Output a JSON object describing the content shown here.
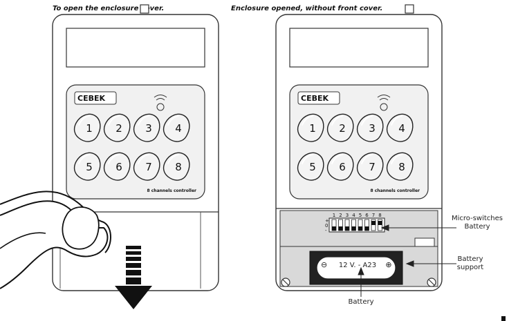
{
  "captions": {
    "left_title": "To open the enclosure cover.",
    "right_title": "Enclosure opened, without front cover."
  },
  "device": {
    "brand": "CEBEK",
    "controller_label": "8 channels controller",
    "buttons": [
      "1",
      "2",
      "3",
      "4",
      "5",
      "6",
      "7",
      "8"
    ],
    "dip_numbers": [
      "1",
      "2",
      "3",
      "4",
      "5",
      "6",
      "7",
      "8"
    ],
    "dip_plus": "+",
    "dip_zero": "0",
    "dip_minus": "-"
  },
  "battery": {
    "minus_symbol": "⊖",
    "plus_symbol": "⊕",
    "text": "12 V.  -  A23"
  },
  "callouts": {
    "micro_switches_line1": "Micro-switches",
    "micro_switches_line2": "Battery",
    "battery_support_line1": "Battery",
    "battery_support_line2": "support",
    "battery_bottom": "Battery"
  }
}
